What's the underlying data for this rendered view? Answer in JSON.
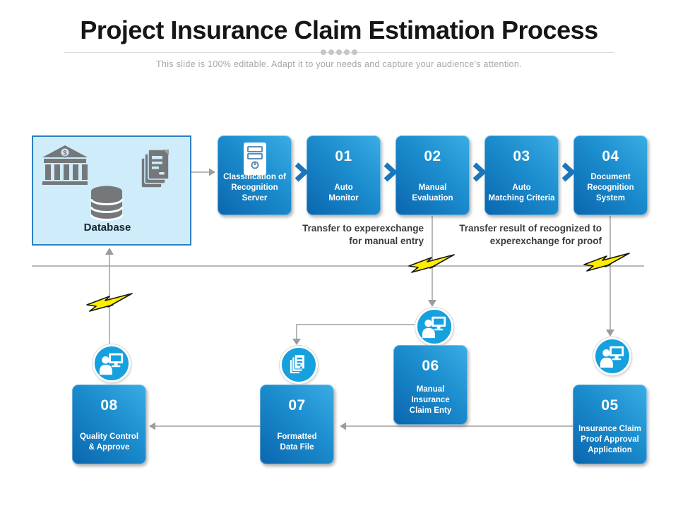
{
  "slide": {
    "title": "Project Insurance Claim Estimation Process",
    "subtitle": "This slide is 100% editable. Adapt it to your needs and capture your audience's attention."
  },
  "database_panel": {
    "label": "Database",
    "icons": [
      "bank-icon",
      "documents-icon",
      "database-icon"
    ]
  },
  "top_row": {
    "steps": [
      {
        "number": "",
        "label": "Classification of\nRecognition Server",
        "icon": "server-icon"
      },
      {
        "number": "01",
        "label": "Auto\nMonitor"
      },
      {
        "number": "02",
        "label": "Manual\nEvaluation"
      },
      {
        "number": "03",
        "label": "Auto\nMatching Criteria"
      },
      {
        "number": "04",
        "label": "Document\nRecognition System"
      }
    ]
  },
  "bottom_row": {
    "steps": [
      {
        "number": "05",
        "label": "Insurance Claim\nProof Approval\nApplication"
      },
      {
        "number": "06",
        "label": "Manual\nInsurance\nClaim Enty"
      },
      {
        "number": "07",
        "label": "Formatted\nData File"
      },
      {
        "number": "08",
        "label": "Quality Control\n& Approve"
      }
    ]
  },
  "annotations": {
    "transfer_manual": "Transfer to experexchange\nfor manual entry",
    "transfer_proof": "Transfer result of recognized to\nexperexchange  for proof"
  },
  "colors": {
    "step_gradient_light": "#3aade5",
    "step_gradient_dark": "#0b66ae",
    "circle_blue": "#16a1de",
    "panel_fill": "#cfecfa",
    "panel_border": "#2b7fc2",
    "chevron_blue": "#1b76ba",
    "bolt_yellow": "#ffed00",
    "line_gray": "#a0a0a0",
    "icon_gray": "#74787b"
  }
}
